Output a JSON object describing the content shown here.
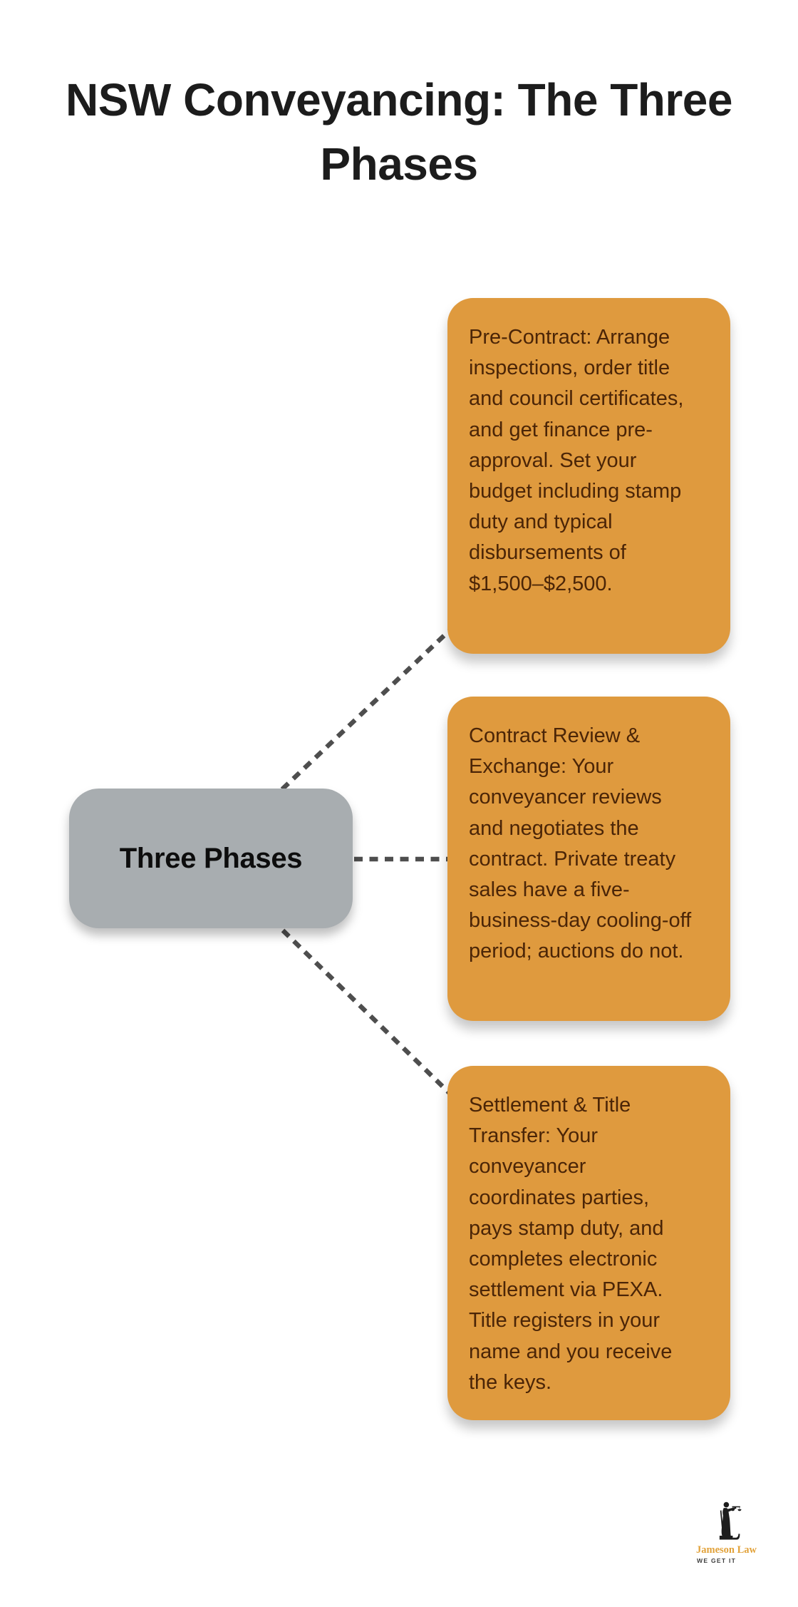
{
  "title": {
    "text": "NSW Conveyancing: The Three Phases"
  },
  "center_node": {
    "label": "Three Phases"
  },
  "phases": [
    {
      "text": "Pre-Contract: Arrange inspections, order title and council certificates, and get finance pre-approval. Set your budget including stamp duty and typical disbursements of $1,500–$2,500."
    },
    {
      "text": "Contract Review & Exchange: Your conveyancer reviews and negotiates the contract. Private treaty sales have a five-business-day cooling-off period; auctions do not."
    },
    {
      "text": "Settlement & Title Transfer: Your conveyancer coordinates parties, pays stamp duty, and completes electronic settlement via PEXA. Title registers in your name and you receive the keys."
    }
  ],
  "logo": {
    "name": "Jameson Law",
    "tagline": "WE GET IT",
    "icon": "lady-justice-statue-icon"
  },
  "colors": {
    "background": "#ffffff",
    "title": "#1c1c1c",
    "orange_box": "#df9a3e",
    "orange_text": "#4b2507",
    "gray_box": "#a8adb0",
    "gray_text": "#0d0d0d",
    "connector": "#4e4e4e",
    "logo_gold": "#e2a23a",
    "logo_dark": "#1d1d1d",
    "logo_tagline": "#3d3d3d"
  }
}
